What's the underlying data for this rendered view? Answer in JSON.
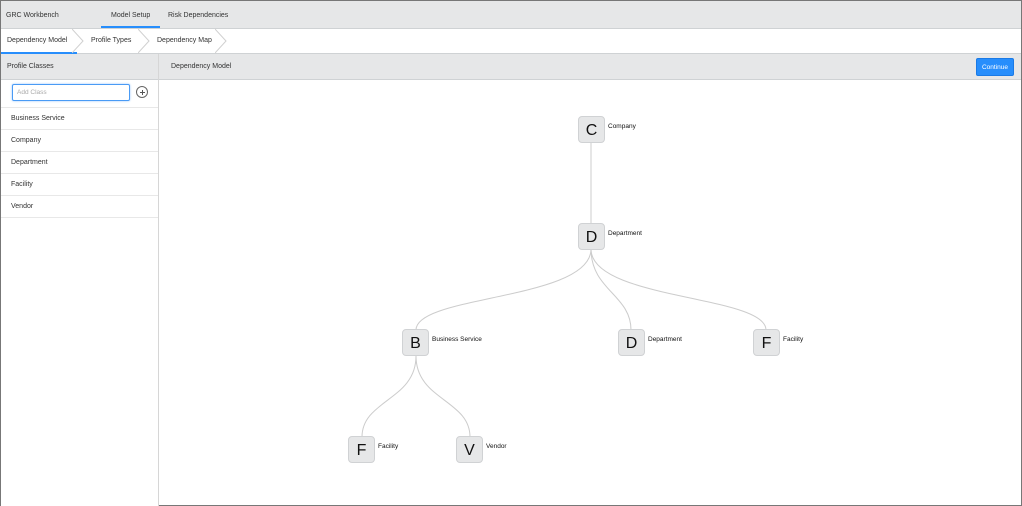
{
  "app": {
    "title": "GRC Workbench"
  },
  "top_tabs": [
    {
      "label": "Model Setup",
      "active": true
    },
    {
      "label": "Risk Dependencies",
      "active": false
    }
  ],
  "breadcrumbs": [
    {
      "label": "Dependency Model",
      "active": true
    },
    {
      "label": "Profile Types",
      "active": false
    },
    {
      "label": "Dependency Map",
      "active": false
    }
  ],
  "left_panel": {
    "title": "Profile Classes",
    "add_input": {
      "value": "",
      "placeholder": "Add Class"
    },
    "add_button_icon": "plus-circle-icon",
    "classes": [
      "Business Service",
      "Company",
      "Department",
      "Facility",
      "Vendor"
    ]
  },
  "main": {
    "title": "Dependency Model",
    "continue_label": "Continue"
  },
  "colors": {
    "accent": "#278efc",
    "header_bg": "#e6e7e8",
    "node_bg": "#e6e7e8",
    "edge": "#cccccc"
  },
  "graph": {
    "nodes": [
      {
        "id": "company",
        "letter": "C",
        "label": "Company"
      },
      {
        "id": "department",
        "letter": "D",
        "label": "Department"
      },
      {
        "id": "business-service",
        "letter": "B",
        "label": "Business Service"
      },
      {
        "id": "department-2",
        "letter": "D",
        "label": "Department"
      },
      {
        "id": "facility",
        "letter": "F",
        "label": "Facility"
      },
      {
        "id": "facility-2",
        "letter": "F",
        "label": "Facility"
      },
      {
        "id": "vendor",
        "letter": "V",
        "label": "Vendor"
      }
    ]
  }
}
